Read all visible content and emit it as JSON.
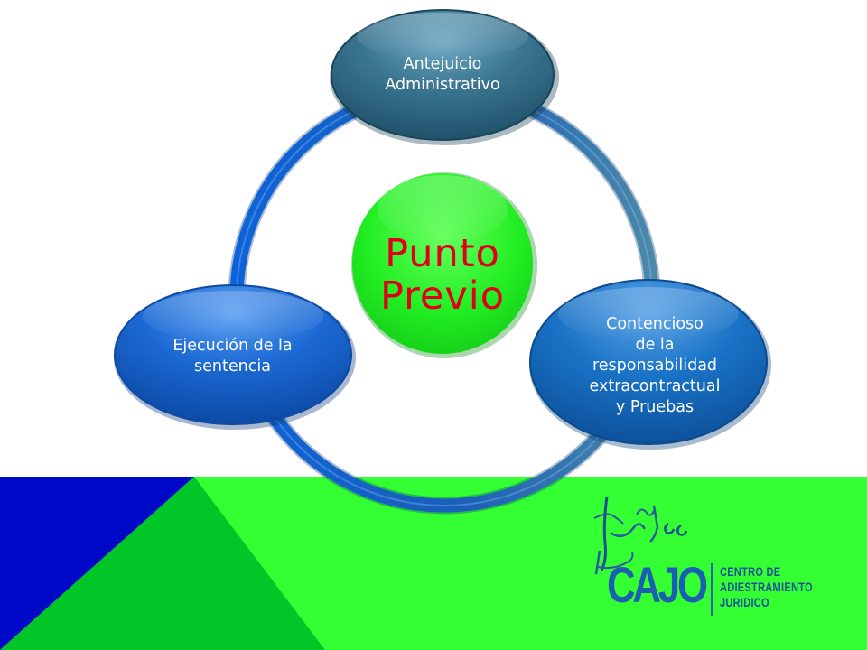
{
  "colors": {
    "background": "#ffffff",
    "band_green": "#33ff33",
    "band_blue": "#0009c8",
    "band_mid_green": "#00c627",
    "ring_blue": "#0b5fc8",
    "center_fill": "#22ee22",
    "center_text": "#e0001a",
    "top_node": "#2c5d73",
    "right_node": "#1167b8",
    "left_node": "#1a66cc",
    "logo_blue": "#1b5fb0"
  },
  "diagram": {
    "center": {
      "label_line1": "Punto",
      "label_line2": "Previo"
    },
    "nodes": [
      {
        "id": "top",
        "line1": "Antejuicio",
        "line2": "Administrativo"
      },
      {
        "id": "right",
        "line1": "Contencioso",
        "line2": "de la",
        "line3": "responsabilidad",
        "line4": "extracontractual",
        "line5": "y Pruebas"
      },
      {
        "id": "left",
        "line1": "Ejecución de la",
        "line2": "sentencia"
      }
    ]
  },
  "logo": {
    "word": "CAJO",
    "line1": "CENTRO DE",
    "line2": "ADIESTRAMIENTO",
    "line3": "JURIDICO"
  }
}
